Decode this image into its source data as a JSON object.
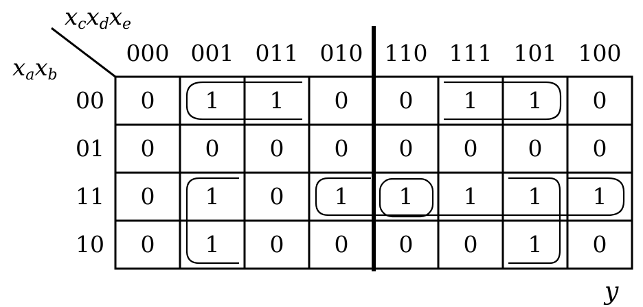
{
  "kmap": {
    "column_variables": "x_c x_d x_e",
    "column_var_parts": [
      {
        "base": "x",
        "sub": "c"
      },
      {
        "base": "x",
        "sub": "d"
      },
      {
        "base": "x",
        "sub": "e"
      }
    ],
    "row_variables": "x_a x_b",
    "row_var_parts": [
      {
        "base": "x",
        "sub": "a"
      },
      {
        "base": "x",
        "sub": "b"
      }
    ],
    "output_label": "y",
    "column_headers": [
      "000",
      "001",
      "011",
      "010",
      "110",
      "111",
      "101",
      "100"
    ],
    "row_headers": [
      "00",
      "01",
      "11",
      "10"
    ],
    "cells": [
      [
        "0",
        "1",
        "1",
        "0",
        "0",
        "1",
        "1",
        "0"
      ],
      [
        "0",
        "0",
        "0",
        "0",
        "0",
        "0",
        "0",
        "0"
      ],
      [
        "0",
        "1",
        "0",
        "1",
        "1",
        "1",
        "1",
        "1"
      ],
      [
        "0",
        "1",
        "0",
        "0",
        "0",
        "0",
        "1",
        "0"
      ]
    ],
    "groupings": [
      {
        "name": "row00-cols-001-011",
        "cells": [
          [
            0,
            1
          ],
          [
            0,
            2
          ]
        ],
        "note": "wraps with mirror group across divider"
      },
      {
        "name": "row00-cols-111-101",
        "cells": [
          [
            0,
            5
          ],
          [
            0,
            6
          ]
        ],
        "note": "mirror of 001-011 across divider"
      },
      {
        "name": "col001-rows-11-10",
        "cells": [
          [
            2,
            1
          ],
          [
            3,
            1
          ]
        ]
      },
      {
        "name": "col101-rows-11-10",
        "cells": [
          [
            2,
            6
          ],
          [
            3,
            6
          ]
        ]
      },
      {
        "name": "row11-cols-010-to-100",
        "cells": [
          [
            2,
            3
          ],
          [
            2,
            4
          ],
          [
            2,
            5
          ],
          [
            2,
            6
          ],
          [
            2,
            7
          ]
        ]
      },
      {
        "name": "single-110-row11",
        "cells": [
          [
            2,
            4
          ]
        ]
      }
    ]
  }
}
